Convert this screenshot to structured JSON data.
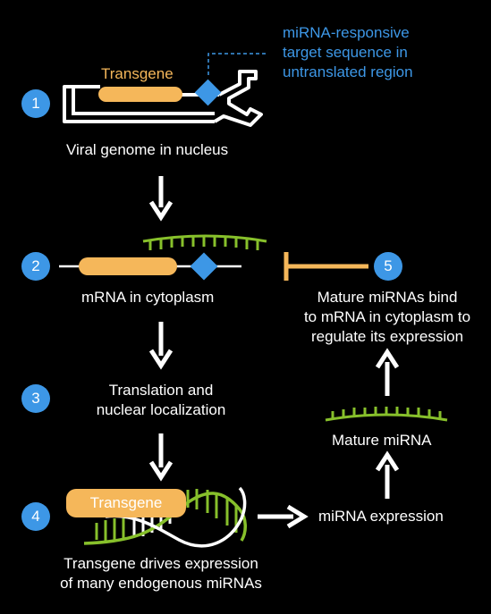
{
  "colors": {
    "background": "#000000",
    "badge": "#3d97e6",
    "transgene": "#f5b75a",
    "mirna": "#87c02b",
    "target": "#3d97e6",
    "line": "#ffffff",
    "note_text": "#3d97e6"
  },
  "steps": [
    {
      "number": "1",
      "label": "Viral genome in nucleus"
    },
    {
      "number": "2",
      "label": "mRNA in cytoplasm"
    },
    {
      "number": "3",
      "label_line1": "Translation and",
      "label_line2": "nuclear localization"
    },
    {
      "number": "4",
      "label_line1": "Transgene drives expression",
      "label_line2": "of many endogenous miRNAs"
    },
    {
      "number": "5",
      "label_line1": "Mature miRNAs bind",
      "label_line2": "to mRNA in cytoplasm to",
      "label_line3": "regulate its expression"
    }
  ],
  "genome": {
    "transgene_label": "Transgene",
    "note_line1": "miRNA-responsive",
    "note_line2": "target sequence in",
    "note_line3": "untranslated region"
  },
  "expression": {
    "transgene_label": "Transgene",
    "mirna_expression_label": "miRNA expression",
    "mature_mirna_label": "Mature miRNA"
  },
  "icons": {
    "arrow": "arrow-down-icon",
    "inhibition": "inhibition-bar-icon",
    "target_site": "diamond-icon",
    "mirna": "mirna-strand-icon"
  }
}
